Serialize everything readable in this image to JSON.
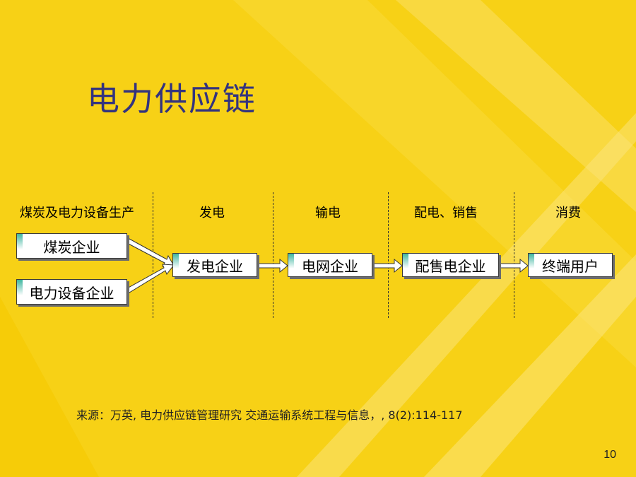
{
  "title": "电力供应链",
  "stages": [
    "煤炭及电力设备生产",
    "发电",
    "输电",
    "配电、销售",
    "消费"
  ],
  "nodes": {
    "coal": "煤炭企业",
    "equipment": "电力设备企业",
    "generation": "发电企业",
    "grid": "电网企业",
    "distribution": "配售电企业",
    "end_user": "终端用户"
  },
  "source": "来源：万英, 电力供应链管理研究 交通运输系统工程与信息，, 8(2):114-117",
  "page_number": "10",
  "colors": {
    "background": "#f7d116",
    "title": "#33337f",
    "box_accent": "#3fb6a0"
  }
}
